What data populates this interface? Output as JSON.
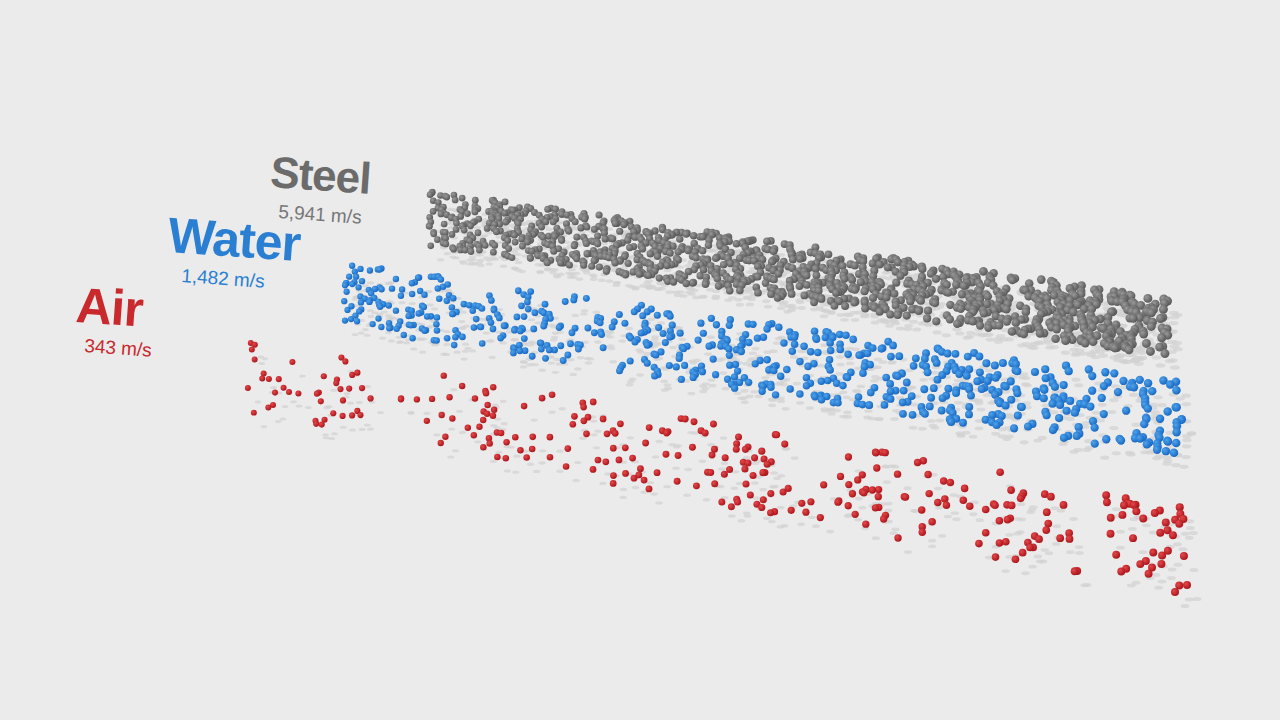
{
  "diagram": {
    "labels": [
      "Steel",
      "5,941 m/s",
      "Water",
      "1,482 m/s",
      "Air",
      "343 m/s"
    ]
  }
}
